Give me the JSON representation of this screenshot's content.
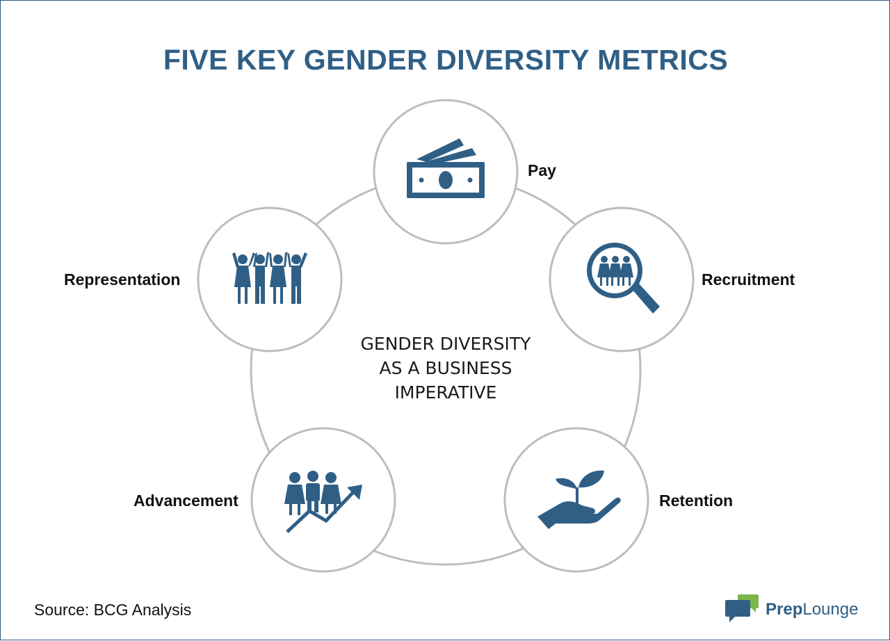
{
  "title": "FIVE KEY GENDER DIVERSITY METRICS",
  "center": {
    "line1": "GENDER DIVERSITY",
    "line2": "AS A BUSINESS",
    "line3": "IMPERATIVE"
  },
  "metrics": [
    {
      "label": "Pay",
      "icon": "money-icon"
    },
    {
      "label": "Recruitment",
      "icon": "magnifier-people-icon"
    },
    {
      "label": "Retention",
      "icon": "hand-plant-icon"
    },
    {
      "label": "Advancement",
      "icon": "people-growth-icon"
    },
    {
      "label": "Representation",
      "icon": "people-raised-hands-icon"
    }
  ],
  "source": "Source: BCG Analysis",
  "logo": {
    "part1": "Prep",
    "part2": "Lounge"
  },
  "colors": {
    "icon": "#305f86",
    "title": "#305f86",
    "circle_stroke": "#bdbdbd",
    "logo_green": "#7ab648"
  }
}
